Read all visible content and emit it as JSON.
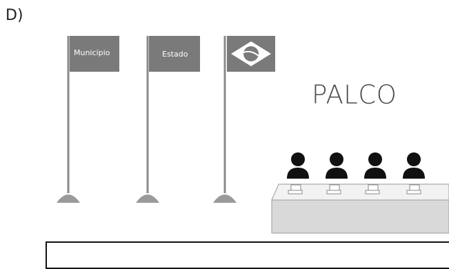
{
  "option_label": "D)",
  "flags": [
    {
      "label": "Município"
    },
    {
      "label": "Estado"
    },
    {
      "label": "",
      "icon": "brazil-flag-icon"
    }
  ],
  "stage": {
    "label": "PALCO"
  },
  "colors": {
    "flag_gray": "#7a7a7a",
    "pole": "#8a8a8a",
    "base": "#9a9a9a",
    "person": "#111111",
    "table_top": "#f2f2f2",
    "table_front": "#d9d9d9"
  }
}
